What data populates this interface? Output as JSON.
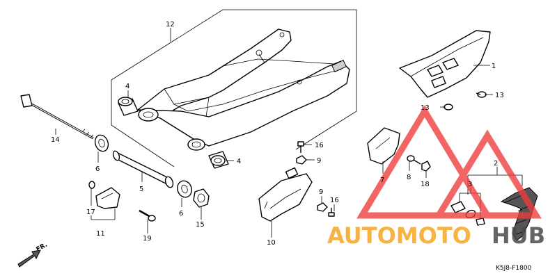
{
  "diagram_code": "K5J8-F1800",
  "direction_label": "FR.",
  "watermark": {
    "text_left": "AUTOMOTO",
    "text_right": "HUB",
    "color_left": "#f5a623",
    "color_right": "#4a4a4a",
    "logo_color": "#ef3b3b"
  },
  "callouts": [
    {
      "id": "c1",
      "text": "1"
    },
    {
      "id": "c2",
      "text": "2"
    },
    {
      "id": "c3",
      "text": "3"
    },
    {
      "id": "c3b",
      "text": "3"
    },
    {
      "id": "c4a",
      "text": "4"
    },
    {
      "id": "c4b",
      "text": "4"
    },
    {
      "id": "c5",
      "text": "5"
    },
    {
      "id": "c6a",
      "text": "6"
    },
    {
      "id": "c6b",
      "text": "6"
    },
    {
      "id": "c7",
      "text": "7"
    },
    {
      "id": "c8",
      "text": "8"
    },
    {
      "id": "c9a",
      "text": "9"
    },
    {
      "id": "c9b",
      "text": "9"
    },
    {
      "id": "c10",
      "text": "10"
    },
    {
      "id": "c11",
      "text": "11"
    },
    {
      "id": "c12",
      "text": "12"
    },
    {
      "id": "c13a",
      "text": "13"
    },
    {
      "id": "c13b",
      "text": "13"
    },
    {
      "id": "c14",
      "text": "14"
    },
    {
      "id": "c15",
      "text": "15"
    },
    {
      "id": "c16a",
      "text": "16"
    },
    {
      "id": "c16b",
      "text": "16"
    },
    {
      "id": "c17",
      "text": "17"
    },
    {
      "id": "c18",
      "text": "18"
    },
    {
      "id": "c19",
      "text": "19"
    }
  ]
}
